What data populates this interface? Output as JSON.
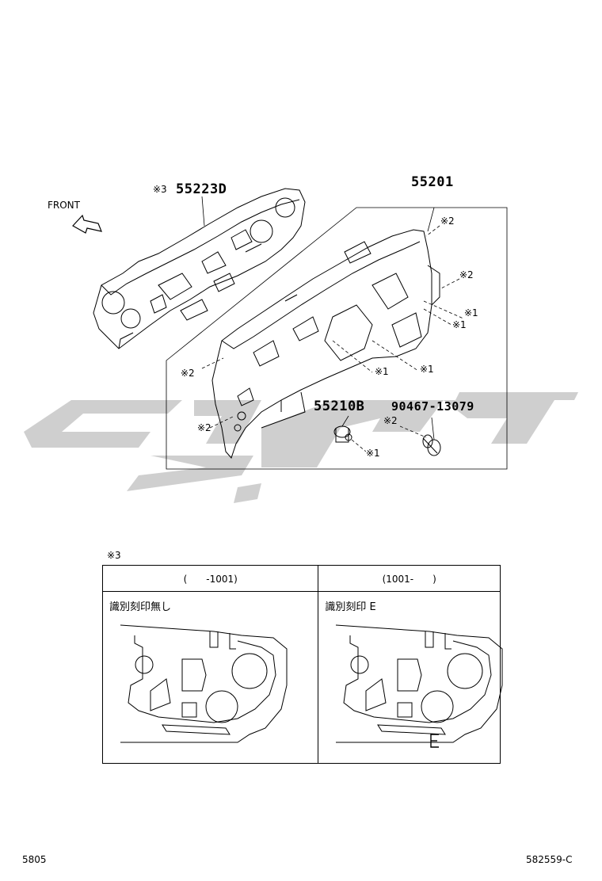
{
  "diagram": {
    "front_label": "FRONT",
    "parts": {
      "p55223D": "55223D",
      "p55201": "55201",
      "p55210B": "55210B",
      "p90467": "90467-13079"
    },
    "marks": {
      "ref3": "※3",
      "ref2": "※2",
      "ref1": "※1"
    },
    "watermark_color": "#c9c9c9"
  },
  "variant_table": {
    "note_mark": "※3",
    "col1_header": "(　　-1001)",
    "col2_header": "(1001-　　)",
    "col1_note": "識別刻印無し",
    "col2_note": "識別刻印 E"
  },
  "footer": {
    "left_code": "5805",
    "right_code": "582559-C"
  }
}
